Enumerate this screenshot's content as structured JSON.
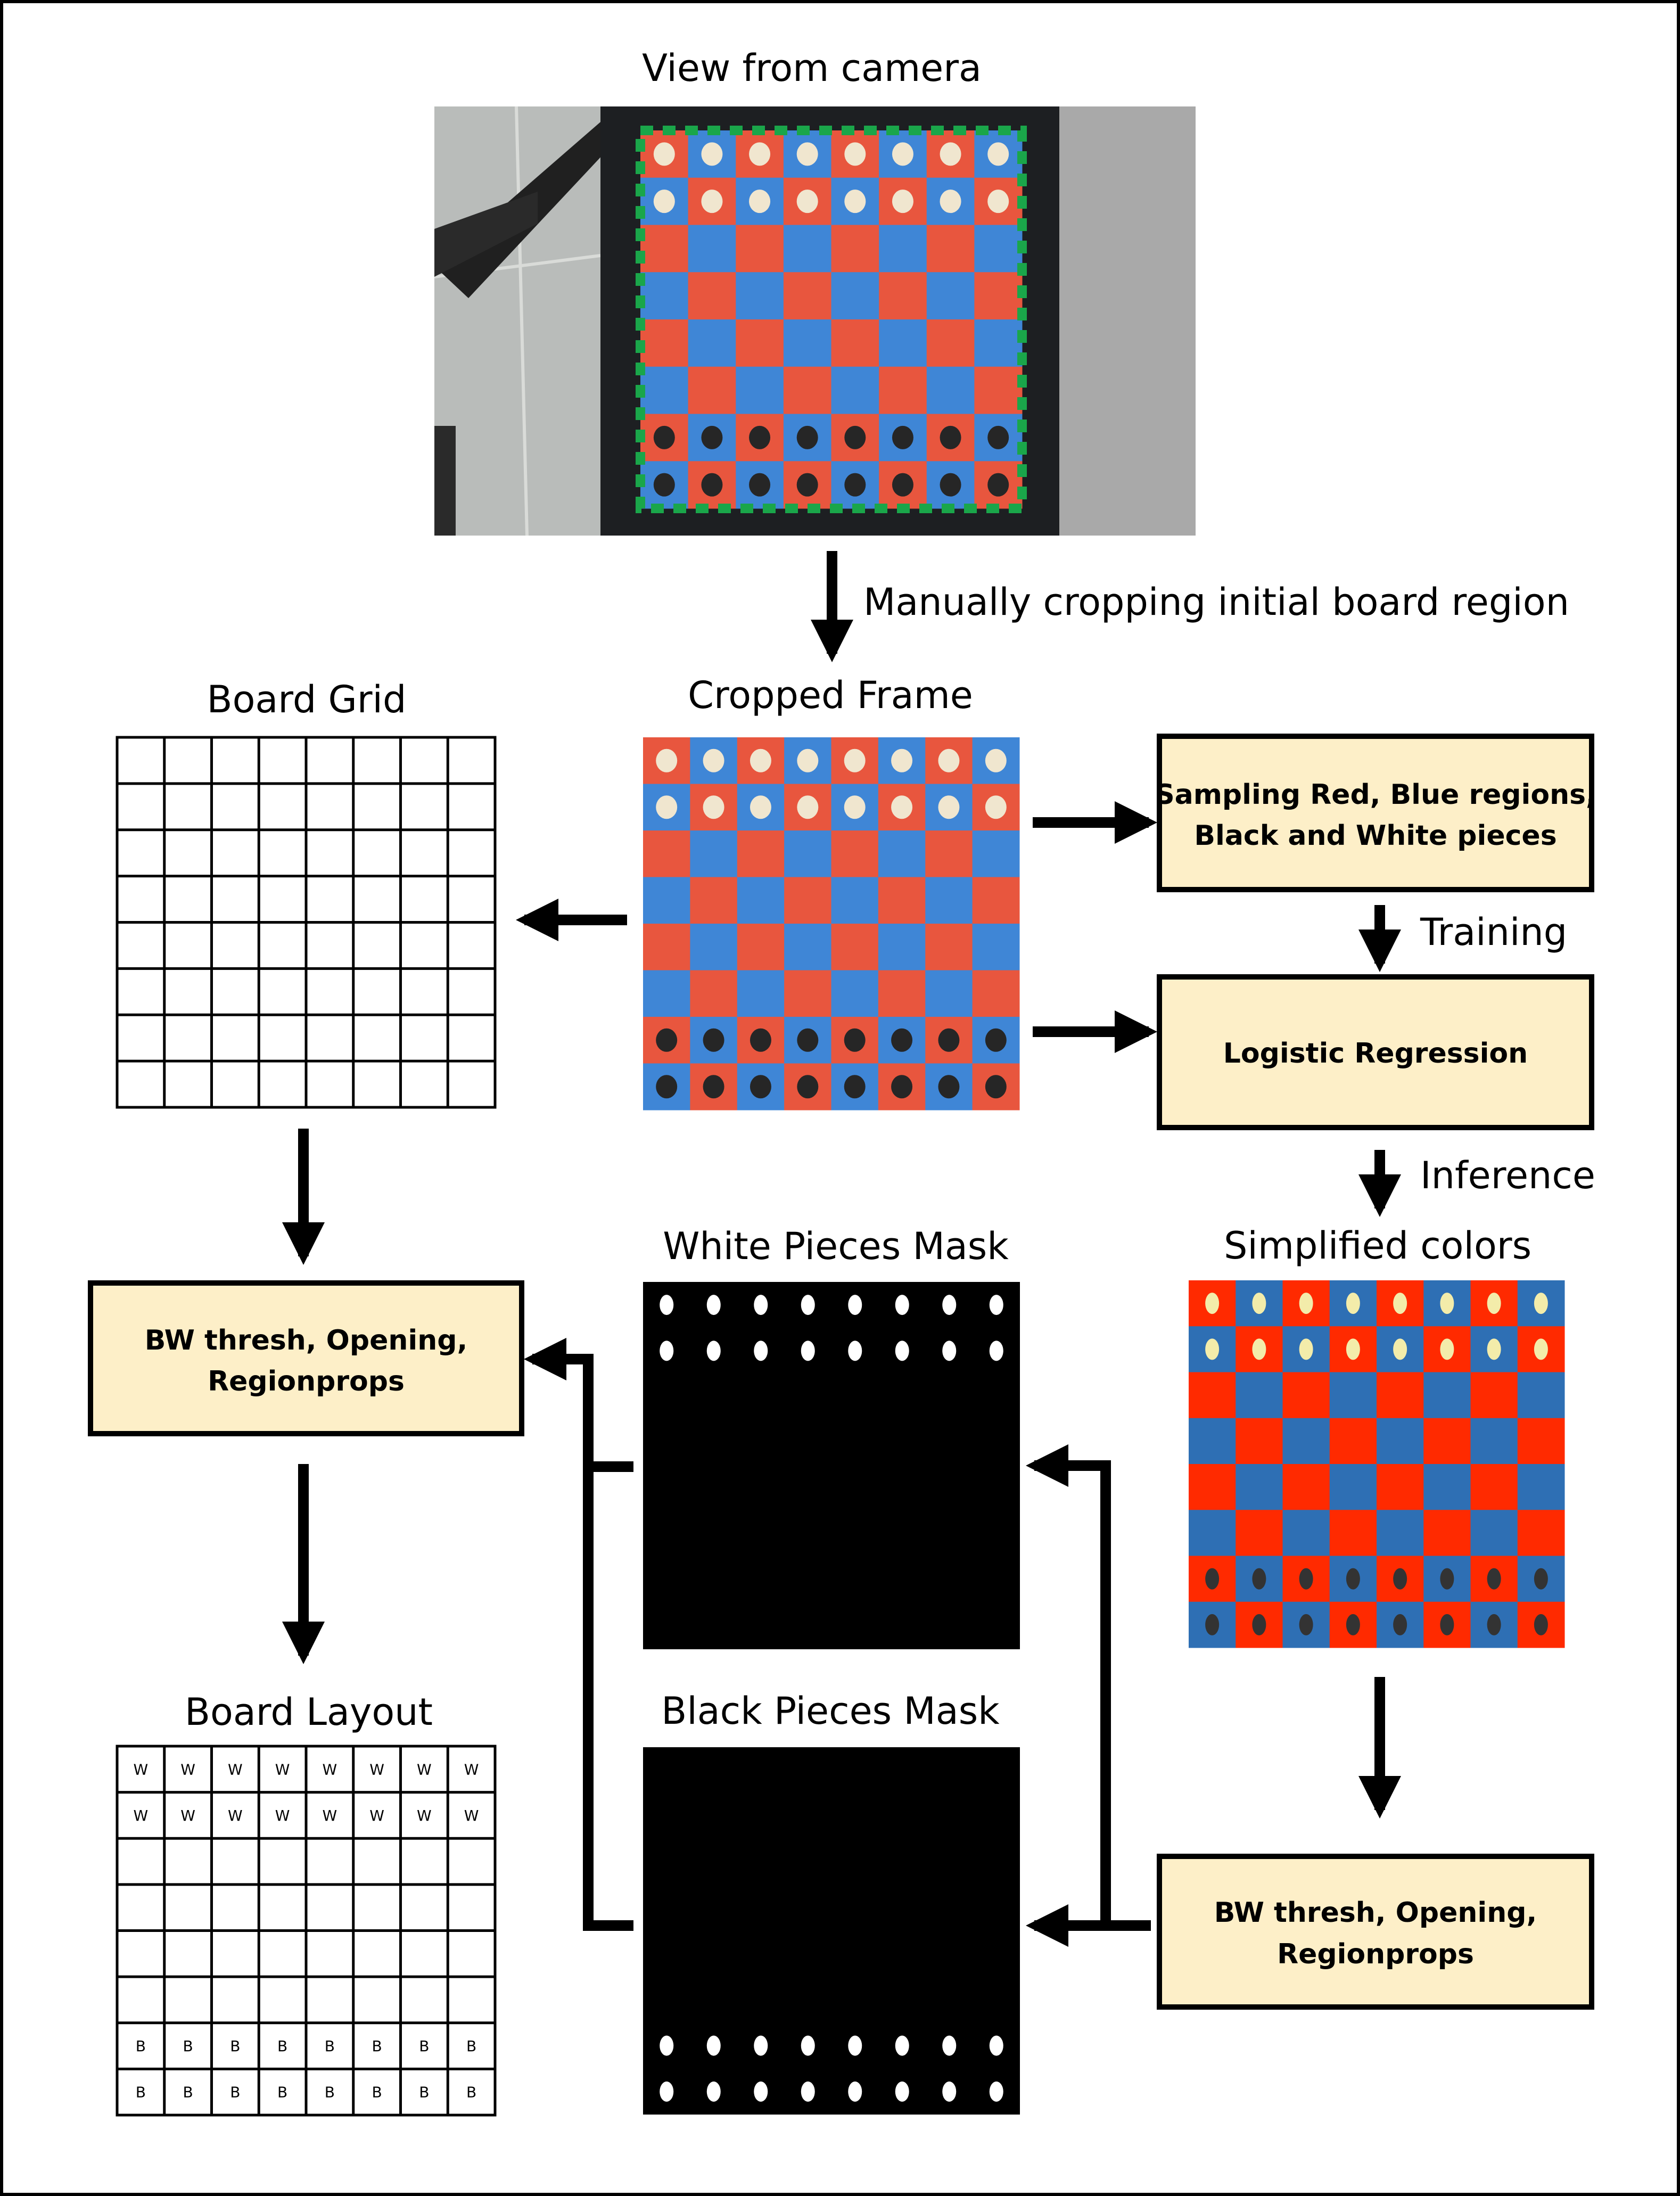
{
  "titles": {
    "camera": "View from camera",
    "cropped": "Cropped Frame",
    "grid": "Board Grid",
    "simplified": "Simplified colors",
    "white_mask": "White Pieces Mask",
    "black_mask": "Black Pieces Mask",
    "layout": "Board Layout"
  },
  "notes": {
    "crop": "Manually cropping initial board region",
    "training": "Training",
    "inference": "Inference"
  },
  "boxes": {
    "sampling": [
      "Sampling Red, Blue regions,",
      "Black and White pieces"
    ],
    "logistic": [
      "Logistic Regression"
    ],
    "bw_left": [
      "BW thresh, Opening,",
      "Regionprops"
    ],
    "bw_right": [
      "BW thresh, Opening,",
      "Regionprops"
    ]
  },
  "board_layout_rows": [
    [
      "W",
      "W",
      "W",
      "W",
      "W",
      "W",
      "W",
      "W"
    ],
    [
      "W",
      "W",
      "W",
      "W",
      "W",
      "W",
      "W",
      "W"
    ],
    [
      "",
      "",
      "",
      "",
      "",
      "",
      "",
      ""
    ],
    [
      "",
      "",
      "",
      "",
      "",
      "",
      "",
      ""
    ],
    [
      "",
      "",
      "",
      "",
      "",
      "",
      "",
      ""
    ],
    [
      "",
      "",
      "",
      "",
      "",
      "",
      "",
      ""
    ],
    [
      "B",
      "B",
      "B",
      "B",
      "B",
      "B",
      "B",
      "B"
    ],
    [
      "B",
      "B",
      "B",
      "B",
      "B",
      "B",
      "B",
      "B"
    ]
  ],
  "colors": {
    "board_red": "#e8563e",
    "board_blue": "#3f86d6",
    "simple_red": "#ff2a00",
    "simple_blue": "#2e6fb4",
    "box_fill": "#fdefc8",
    "crop_border": "#1aa64a",
    "white_piece": "#f0e6cf",
    "black_piece": "#262626",
    "simple_white_piece": "#f3ecaa",
    "simple_black_piece": "#333333"
  }
}
